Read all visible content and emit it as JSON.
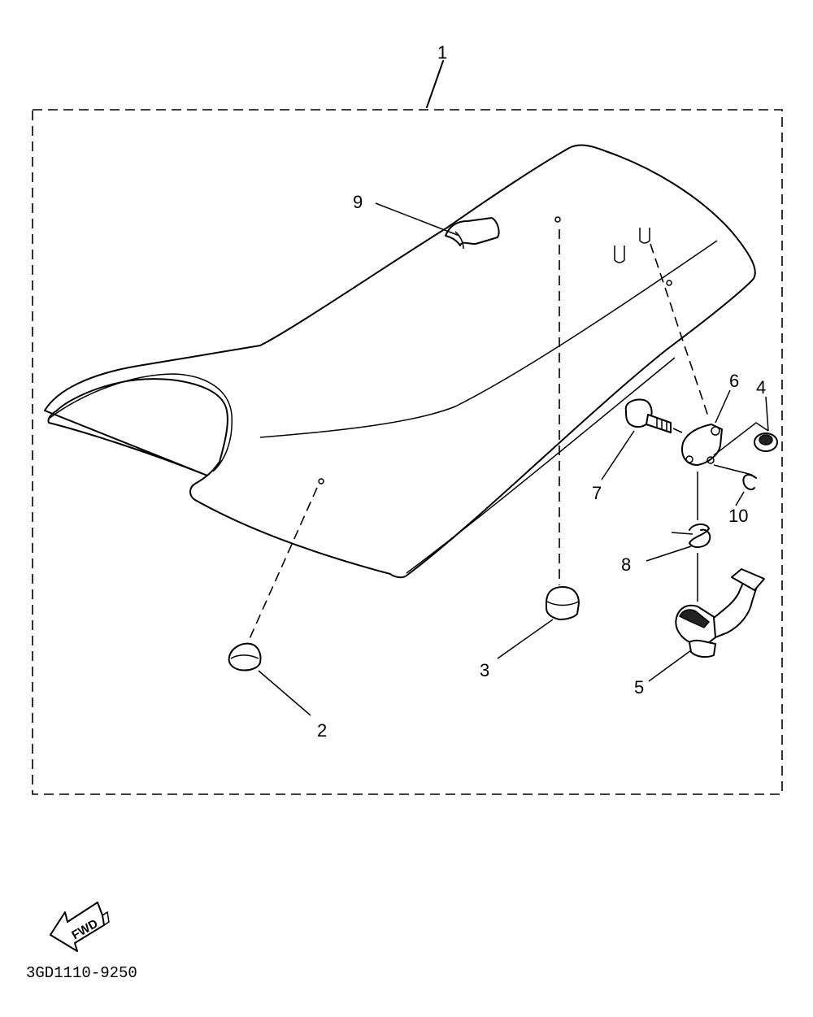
{
  "diagram": {
    "callouts": {
      "c1": "1",
      "c2": "2",
      "c3": "3",
      "c4": "4",
      "c5": "5",
      "c6": "6",
      "c7": "7",
      "c8": "8",
      "c9": "9",
      "c10": "10"
    },
    "fwd_label": "FWD",
    "drawing_code": "3GD1110-9250"
  }
}
